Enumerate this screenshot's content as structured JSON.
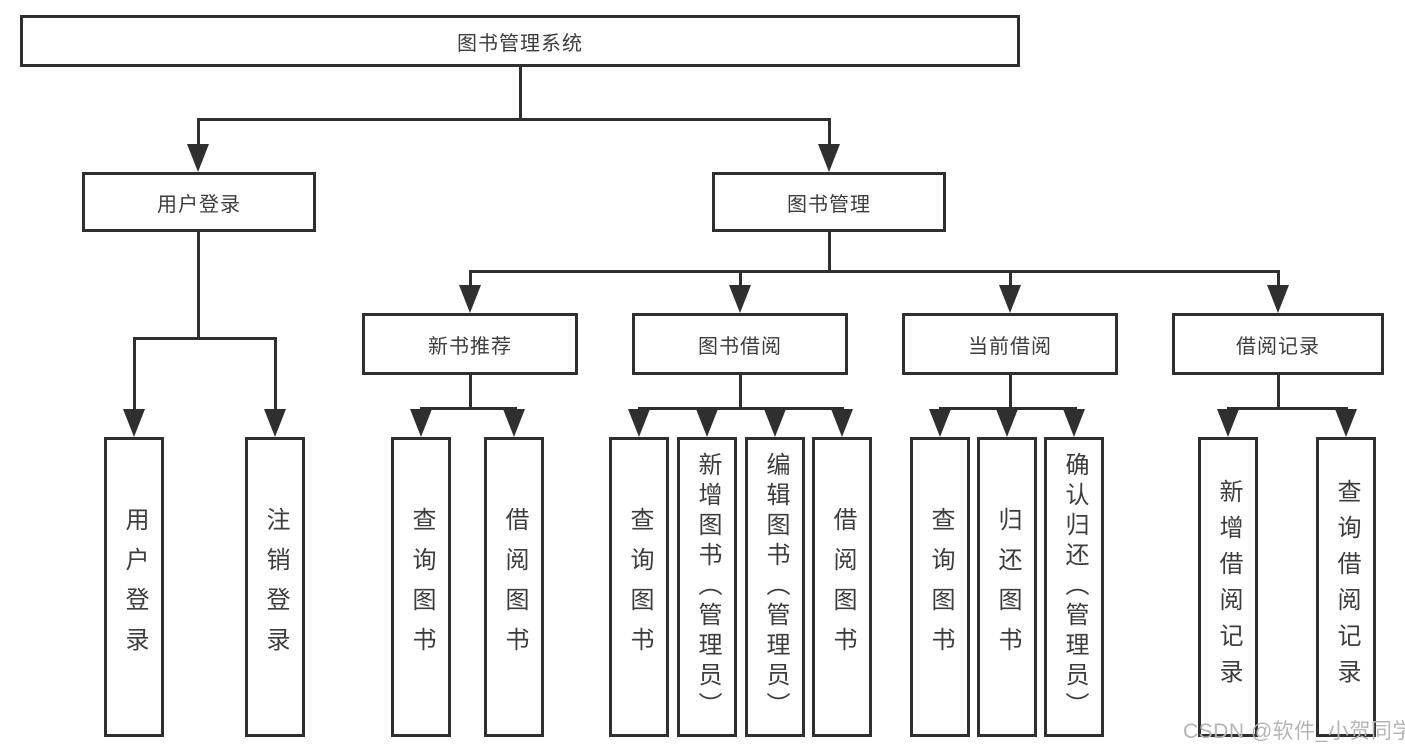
{
  "colors": {
    "line": "#2f2f2f",
    "text": "#3d3d3d",
    "background": "#ffffff",
    "watermark": "#b5b5b5"
  },
  "tree": {
    "root": {
      "label": "图书管理系统"
    },
    "branches": [
      {
        "label": "用户登录",
        "leaves": [
          "用户登录",
          "注销登录"
        ]
      },
      {
        "label": "图书管理",
        "groups": [
          {
            "label": "新书推荐",
            "leaves": [
              "查询图书",
              "借阅图书"
            ]
          },
          {
            "label": "图书借阅",
            "leaves": [
              "查询图书",
              "新增图书（管理员）",
              "编辑图书（管理员）",
              "借阅图书"
            ]
          },
          {
            "label": "当前借阅",
            "leaves": [
              "查询图书",
              "归还图书",
              "确认归还（管理员）"
            ]
          },
          {
            "label": "借阅记录",
            "leaves": [
              "新增借阅记录",
              "查询借阅记录"
            ]
          }
        ]
      }
    ]
  },
  "watermark": {
    "text": "CSDN @软件_小贺同学"
  }
}
